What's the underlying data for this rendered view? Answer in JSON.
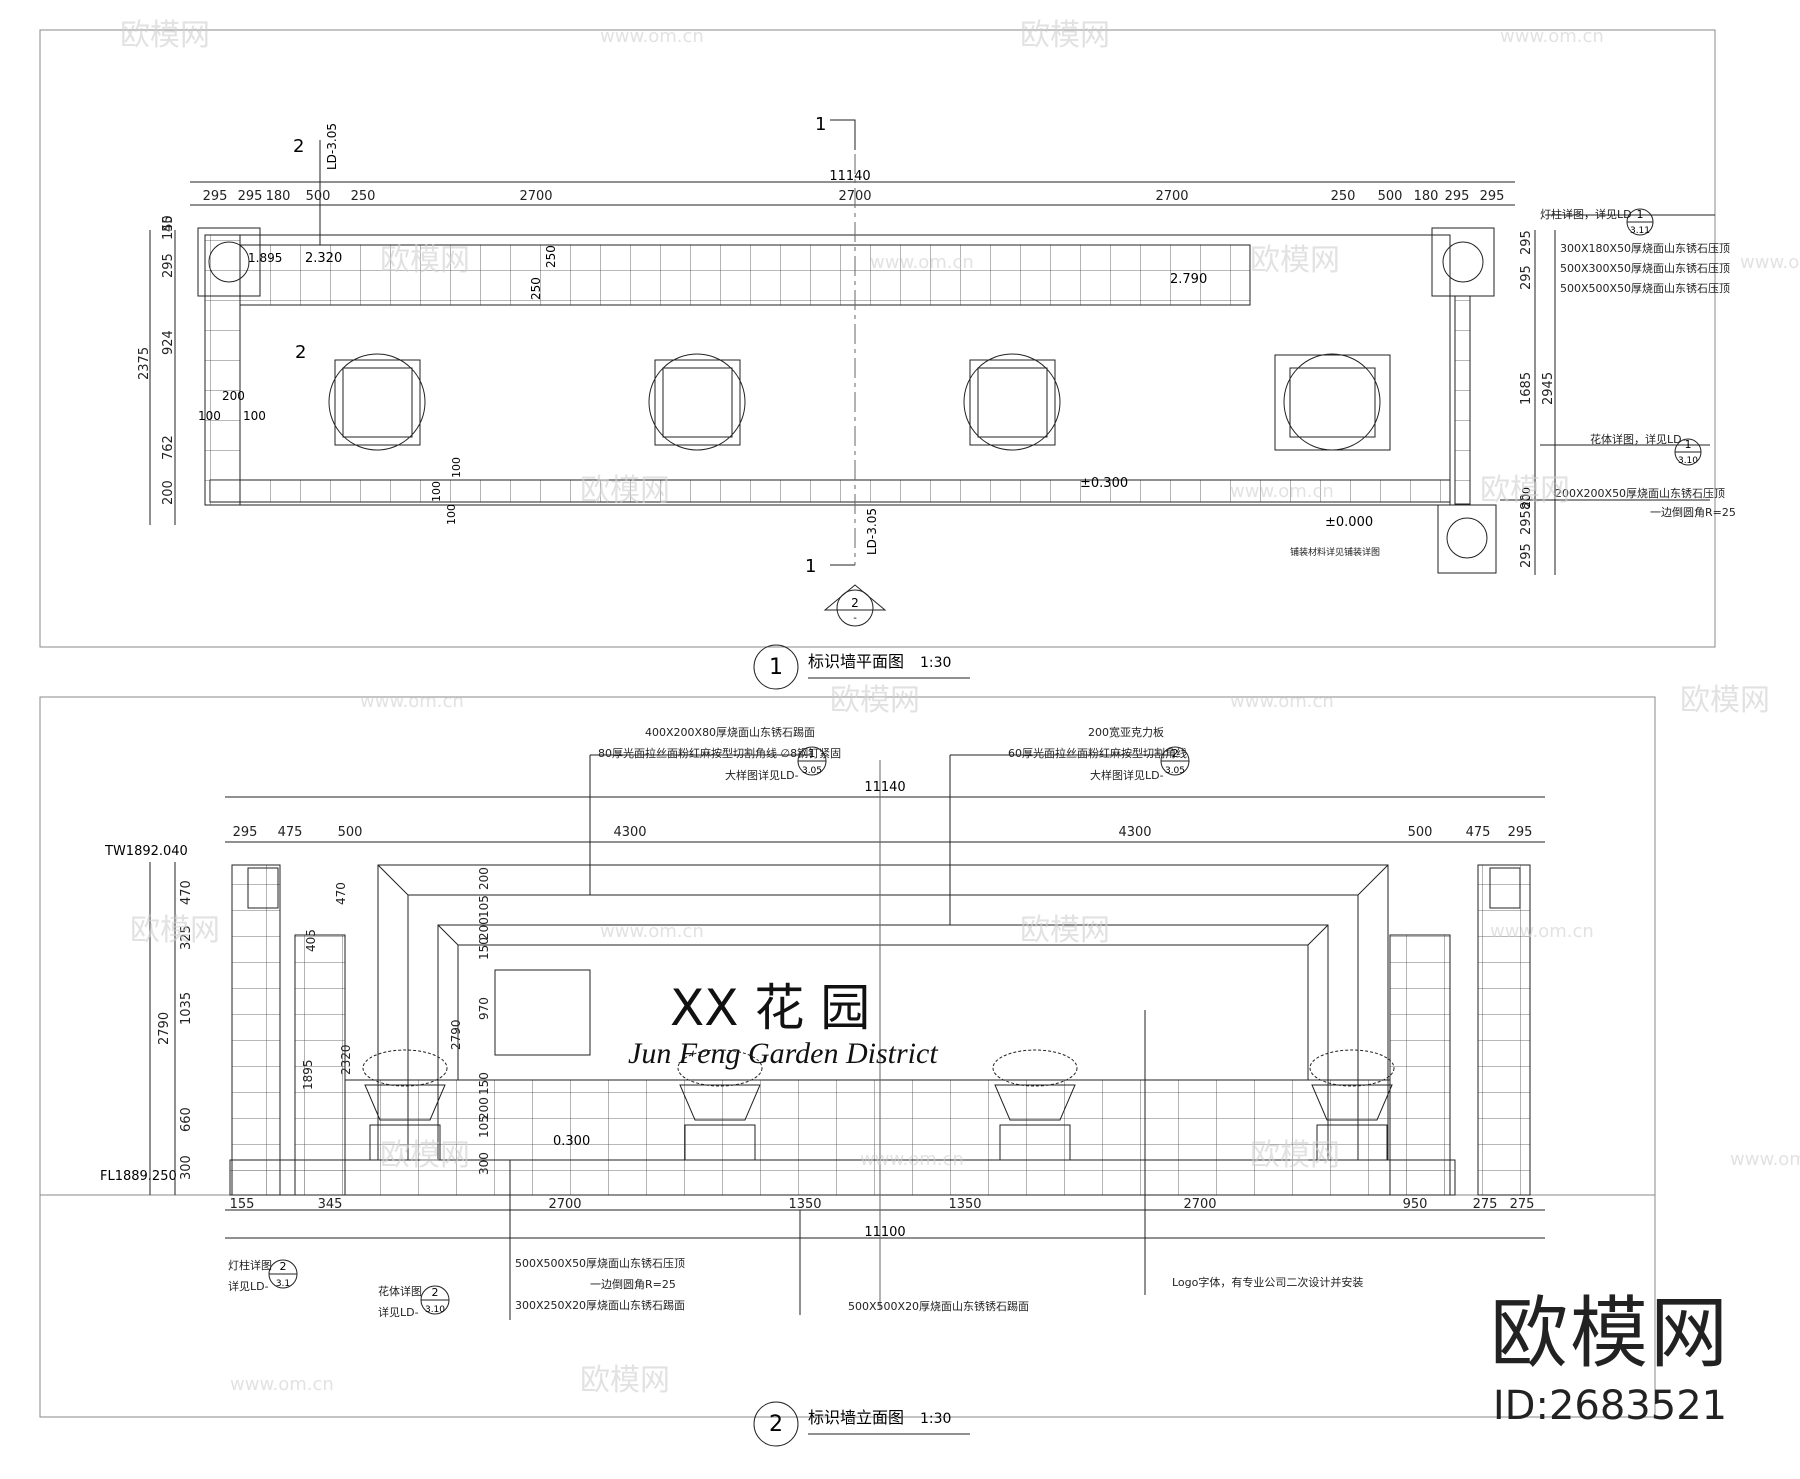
{
  "plan": {
    "overall_dim": "11140",
    "top_dims": [
      "295",
      "295",
      "180",
      "500",
      "250",
      "2700",
      "2700",
      "2700",
      "250",
      "500",
      "180",
      "295",
      "295"
    ],
    "left_dims": [
      "150",
      "45",
      "295",
      "924",
      "2375",
      "762",
      "200",
      "100",
      "100",
      "100"
    ],
    "right_dims": [
      "295",
      "295",
      "1685",
      "2945",
      "80",
      "295",
      "295"
    ],
    "levels": [
      "2.320",
      "2.790",
      "±0.300",
      "±0.000"
    ],
    "inner_dims": [
      "1.895",
      "250",
      "250",
      "200",
      "100",
      "100",
      "100",
      "100",
      "100",
      "200"
    ],
    "section_marks": [
      "1",
      "1",
      "2",
      "2"
    ],
    "section_refs": [
      "LD-3.05",
      "LD-3.05"
    ],
    "notes": [
      "灯柱详图，详见LD-",
      "300X180X50厚烧面山东锈石压顶",
      "500X300X50厚烧面山东锈石压顶",
      "500X500X50厚烧面山东锈石压顶",
      "花体详图，详见LD-",
      "200X200X50厚烧面山东锈石压顶",
      "一边倒圆角R=25",
      "铺装材料详见铺装详图"
    ],
    "note_refs": [
      {
        "num": "1",
        "sheet": "3.11"
      },
      {
        "num": "1",
        "sheet": "3.10"
      }
    ],
    "north_symbol": {
      "num": "2",
      "sheet": "-"
    },
    "title_num": "1",
    "title": "标识墙平面图",
    "scale": "1:30"
  },
  "elevation": {
    "overall_dim_top": "11140",
    "top_dims": [
      "295",
      "475",
      "500",
      "4300",
      "4300",
      "500",
      "475",
      "295"
    ],
    "left_dims": [
      "470",
      "325",
      "2790",
      "1035",
      "660",
      "300"
    ],
    "inner_dims": [
      "470",
      "405",
      "1895",
      "2320",
      "2790",
      "200",
      "105",
      "200",
      "150",
      "970",
      "150",
      "200",
      "105",
      "300"
    ],
    "bottom_dims": [
      "155",
      "345",
      "2700",
      "1350",
      "1350",
      "2700",
      "950",
      "275",
      "275"
    ],
    "overall_dim_bottom": "11100",
    "levels": [
      "TW1892.040",
      "FL1889.250",
      "0.300"
    ],
    "logo_main": "XX  花  园",
    "logo_sub": "Jun Feng  Garden  District",
    "callouts_top_left": [
      "400X200X80厚烧面山东锈石踢面",
      "80厚光面拉丝面粉红麻按型切割角线 ∅8钢钉紧固",
      "大样图详见LD-"
    ],
    "callouts_top_right": [
      "200宽亚克力板",
      "60厚光面拉丝面粉红麻按型切割角线",
      "大样图详见LD-"
    ],
    "callout_refs": [
      {
        "num": "1",
        "sheet": "3.05"
      },
      {
        "num": "2",
        "sheet": "3.05"
      }
    ],
    "callouts_bottom": [
      "灯柱详图",
      "详见LD-",
      "花体详图",
      "详见LD-",
      "500X500X50厚烧面山东锈石压顶",
      "一边倒圆角R=25",
      "300X250X20厚烧面山东锈石踢面",
      "500X500X20厚烧面山东锈锈石踢面",
      "Logo字体，有专业公司二次设计并安装"
    ],
    "bottom_refs": [
      {
        "num": "2",
        "sheet": "3.1"
      },
      {
        "num": "2",
        "sheet": "3.10"
      }
    ],
    "title_num": "2",
    "title": "标识墙立面图",
    "scale": "1:30"
  },
  "watermark": {
    "brand": "欧模网",
    "url": "www.om.cn",
    "id": "ID:2683521"
  }
}
